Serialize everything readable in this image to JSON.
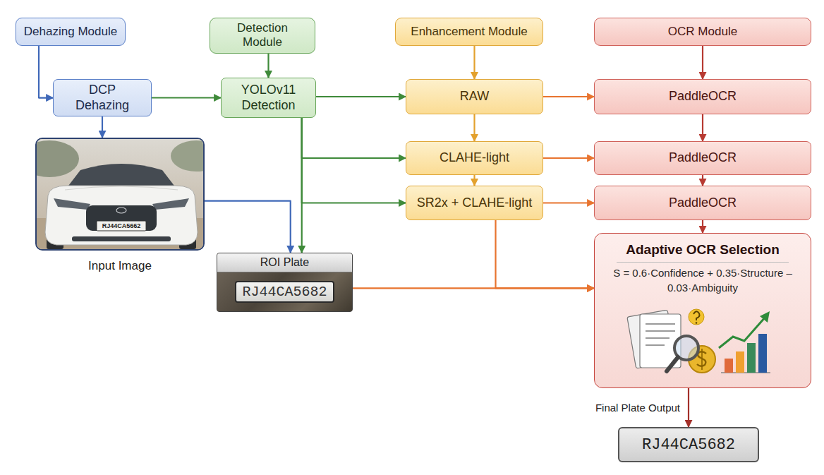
{
  "diagram": {
    "nodes": [
      {
        "text": [
          "Dehazing Module"
        ]
      },
      {
        "text": [
          "Detection Module"
        ]
      },
      {
        "text": [
          "Enhancement Module"
        ]
      },
      {
        "text": [
          "OCR Module"
        ]
      },
      {
        "text": [
          "DCP Dehazing"
        ]
      },
      {
        "text": [
          "YOLOv11 Detection"
        ]
      },
      {
        "text": [
          "RAW"
        ]
      },
      {
        "text": [
          "PaddleOCR"
        ]
      },
      {
        "text": [
          "Input Image"
        ]
      },
      {
        "text": [
          "CLAHE-light"
        ]
      },
      {
        "text": [
          "PaddleOCR"
        ]
      },
      {
        "text": [
          "SR2x + CLAHE-light"
        ]
      },
      {
        "text": [
          "PaddleOCR"
        ]
      },
      {
        "text": [
          "ROI Plate",
          "RJ44CA5682"
        ]
      },
      {
        "text": [
          "Adaptive OCR Selection",
          "S = 0.6·Confidence + 0.35·Structure – 0.03·Ambiguity"
        ]
      },
      {
        "text": [
          "RJ44CA5682"
        ]
      }
    ],
    "edges": [
      {
        "from": 0,
        "to": 4,
        "arrow": "to"
      },
      {
        "from": 1,
        "to": 5,
        "arrow": "to"
      },
      {
        "from": 2,
        "to": 6,
        "arrow": "to"
      },
      {
        "from": 3,
        "to": 7,
        "arrow": "to"
      },
      {
        "from": 4,
        "to": 5,
        "arrow": "to"
      },
      {
        "from": 4,
        "to": 8,
        "arrow": "to"
      },
      {
        "from": 5,
        "to": 6,
        "arrow": "to"
      },
      {
        "from": 6,
        "to": 7,
        "arrow": "to"
      },
      {
        "from": 6,
        "to": 9,
        "arrow": "to"
      },
      {
        "from": 5,
        "to": 9,
        "arrow": "to"
      },
      {
        "from": 9,
        "to": 10,
        "arrow": "to"
      },
      {
        "from": 7,
        "to": 10,
        "arrow": "to"
      },
      {
        "from": 9,
        "to": 11,
        "arrow": "to"
      },
      {
        "from": 5,
        "to": 11,
        "arrow": "to"
      },
      {
        "from": 11,
        "to": 12,
        "arrow": "to"
      },
      {
        "from": 10,
        "to": 12,
        "arrow": "to"
      },
      {
        "from": 5,
        "to": 13,
        "arrow": "to"
      },
      {
        "from": 8,
        "to": 13,
        "arrow": "to"
      },
      {
        "from": 11,
        "to": 14,
        "arrow": "to"
      },
      {
        "from": 13,
        "to": 14,
        "arrow": "to"
      },
      {
        "from": 12,
        "to": 14,
        "arrow": "to"
      },
      {
        "from": 14,
        "to": 15,
        "label": "Final Plate Output",
        "arrow": "to"
      }
    ],
    "labels": [
      "RJ44CA5662"
    ]
  }
}
